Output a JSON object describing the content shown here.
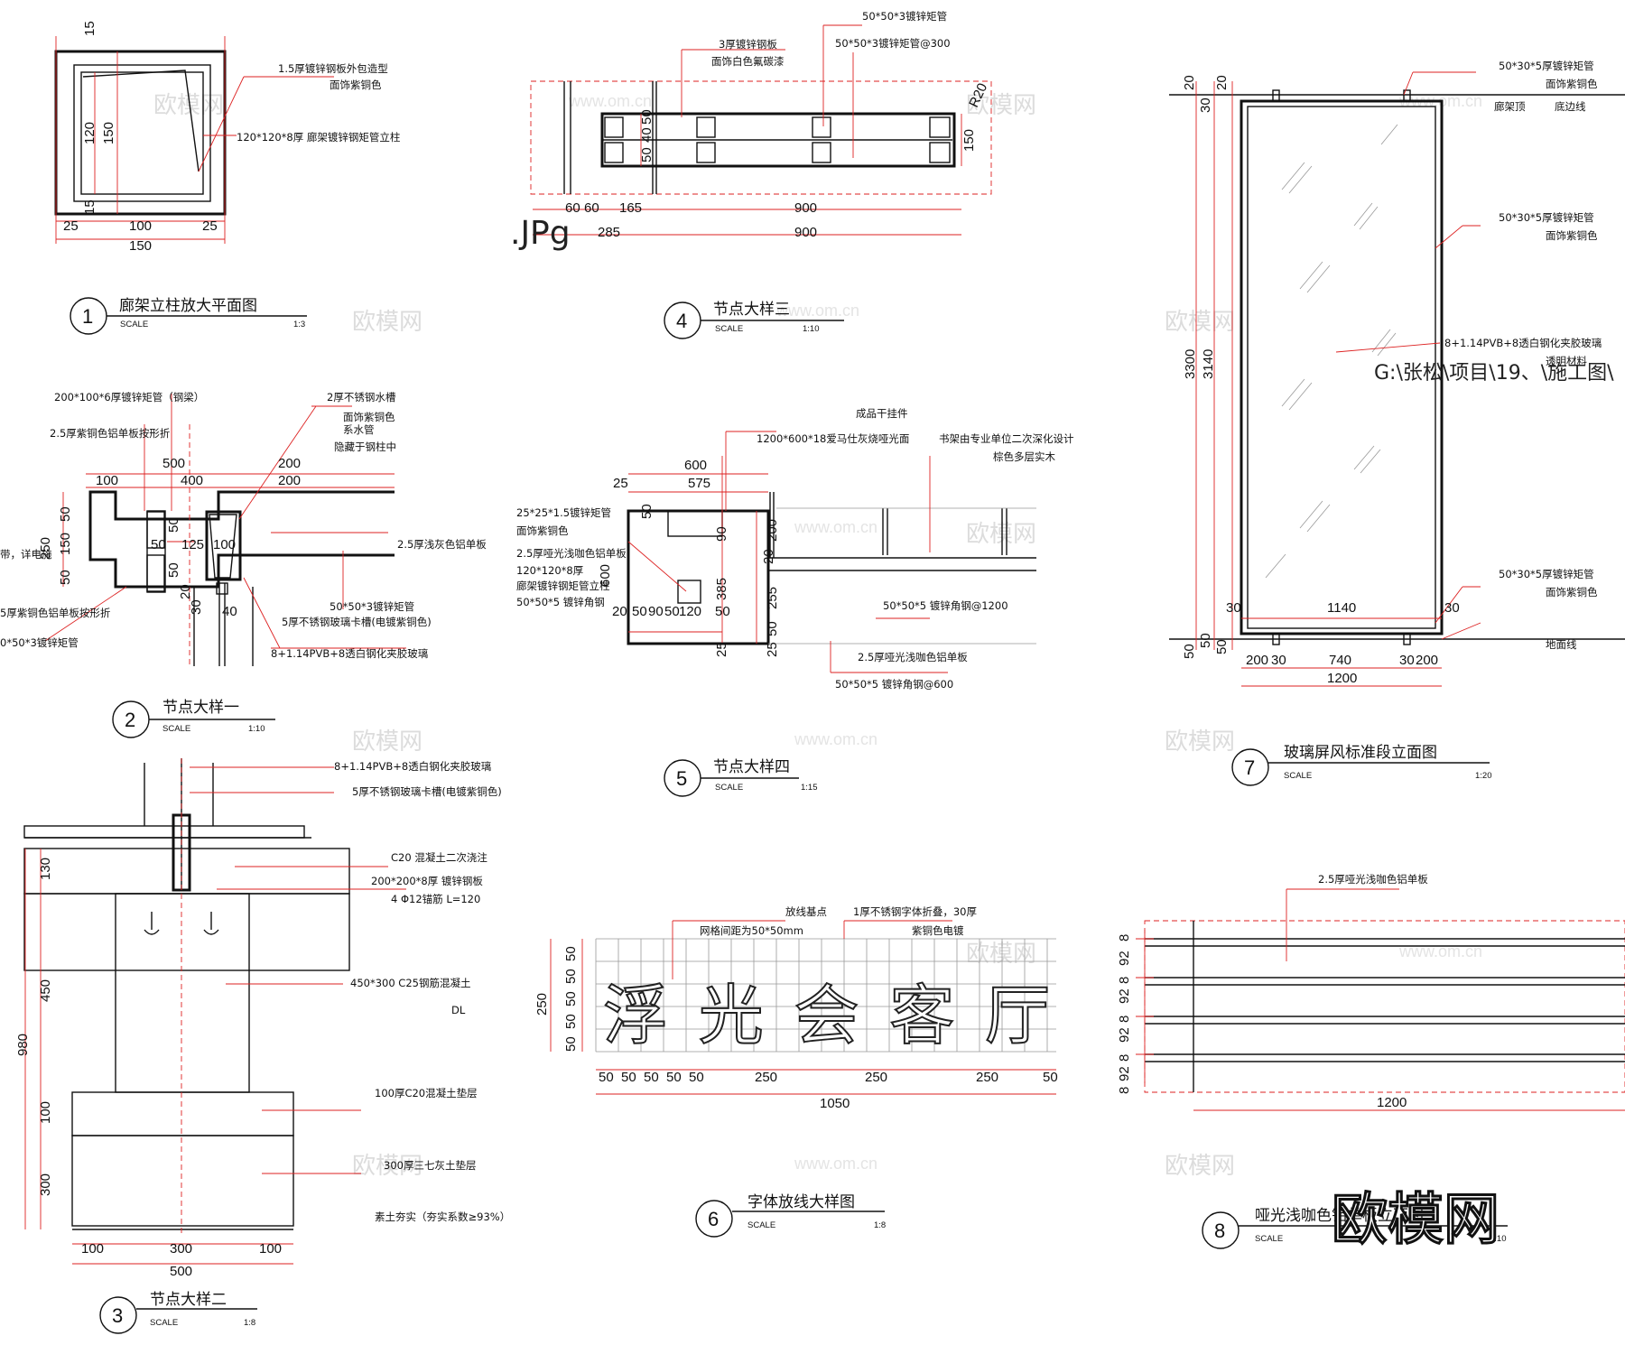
{
  "watermark": {
    "text": "欧模网",
    "url": "www.om.cn"
  },
  "details": [
    {
      "num": "1",
      "title": "廊架立柱放大平面图",
      "scale_label": "SCALE",
      "scale": "1:3",
      "notes": [
        "1.5厚镀锌钢板外包造型",
        "面饰紫铜色",
        "120*120*8厚 廊架镀锌钢矩管立柱"
      ],
      "dims": [
        "15",
        "120",
        "150",
        "15",
        "25",
        "100",
        "25",
        "150"
      ]
    },
    {
      "num": "2",
      "title": "节点大样一",
      "scale_label": "SCALE",
      "scale": "1:10",
      "notes": [
        "200*100*6厚镀锌矩管（钢梁）",
        "2.5厚紫铜色铝单板按形折",
        "2厚不锈钢水槽",
        "面饰紫铜色",
        "系水管",
        "隐藏于钢柱中",
        "2.5厚浅灰色铝单板",
        "50*50*3镀锌矩管",
        "5厚不锈钢玻璃卡槽(电镀紫铜色)",
        "8+1.14PVB+8透白钢化夹胶玻璃",
        "带，详电施",
        "5厚紫铜色铝单板按形折",
        "0*50*3镀锌矩管"
      ],
      "dims": [
        "500",
        "100",
        "400",
        "200",
        "200",
        "50",
        "250",
        "150",
        "50",
        "50",
        "125",
        "100",
        "50",
        "50",
        "20",
        "30",
        "40"
      ]
    },
    {
      "num": "3",
      "title": "节点大样二",
      "scale_label": "SCALE",
      "scale": "1:8",
      "notes": [
        "8+1.14PVB+8透白钢化夹胶玻璃",
        "5厚不锈钢玻璃卡槽(电镀紫铜色)",
        "C20 混凝土二次浇注",
        "200*200*8厚 镀锌钢板",
        "4 Φ12锚筋 L=120",
        "450*300 C25钢筋混凝土",
        "DL",
        "100厚C20混凝土垫层",
        "300厚三七灰土垫层",
        "素土夯实（夯实系数≥93%）"
      ],
      "dims": [
        "130",
        "450",
        "980",
        "100",
        "300",
        "100",
        "300",
        "100",
        "500"
      ]
    },
    {
      "num": "4",
      "title": "节点大样三",
      "scale_label": "SCALE",
      "scale": "1:10",
      "notes": [
        "50*50*3镀锌矩管",
        "3厚镀锌钢板",
        "面饰白色氟碳漆",
        "50*50*3镀锌矩管@300",
        "R20"
      ],
      "dims": [
        "50",
        "40",
        "50",
        "150",
        "60",
        "60",
        "165",
        "900",
        "285",
        "900"
      ]
    },
    {
      "num": "5",
      "title": "节点大样四",
      "scale_label": "SCALE",
      "scale": "1:15",
      "notes": [
        "成品干挂件",
        "1200*600*18爱马仕灰烧哑光面",
        "书架由专业单位二次深化设计",
        "棕色多层实木",
        "25*25*1.5镀锌矩管",
        "面饰紫铜色",
        "2.5厚哑光浅咖色铝单板",
        "120*120*8厚",
        "廊架镀锌钢矩管立柱",
        "50*50*5 镀锌角钢",
        "50*50*5 镀锌角钢@1200",
        "2.5厚哑光浅咖色铝单板",
        "50*50*5 镀锌角钢@600"
      ],
      "dims": [
        "600",
        "25",
        "575",
        "50",
        "90",
        "200",
        "20",
        "385",
        "255",
        "50",
        "25",
        "600",
        "20",
        "50",
        "90",
        "50",
        "120",
        "50",
        "25"
      ]
    },
    {
      "num": "6",
      "title": "字体放线大样图",
      "scale_label": "SCALE",
      "scale": "1:8",
      "sign_text": "浮光会客厅",
      "notes": [
        "放线基点",
        "网格间距为50*50mm",
        "1厚不锈钢字体折叠，30厚",
        "紫铜色电镀"
      ],
      "dims": [
        "50",
        "50",
        "50",
        "50",
        "50",
        "250",
        "50",
        "50",
        "50",
        "50",
        "50",
        "250",
        "250",
        "250",
        "50",
        "1050"
      ]
    },
    {
      "num": "7",
      "title": "玻璃屏风标准段立面图",
      "scale_label": "SCALE",
      "scale": "1:20",
      "notes": [
        "50*30*5厚镀锌矩管",
        "面饰紫铜色",
        "廊架顶",
        "底边线",
        "50*30*5厚镀锌矩管",
        "面饰紫铜色",
        "8+1.14PVB+8透白钢化夹胶玻璃",
        "透明材料",
        "50*30*5厚镀锌矩管",
        "面饰紫铜色",
        "地面线"
      ],
      "dims": [
        "20",
        "20",
        "30",
        "3300",
        "3140",
        "30",
        "1140",
        "30",
        "50",
        "50",
        "50",
        "200",
        "30",
        "740",
        "30",
        "200",
        "1200"
      ]
    },
    {
      "num": "8",
      "title": "哑光浅咖色铝单板立面图",
      "scale_label": "SCALE",
      "scale": "1:10",
      "notes": [
        "2.5厚哑光浅咖色铝单板"
      ],
      "dims": [
        "8",
        "92",
        "8",
        "92",
        "8",
        "92",
        "8",
        "92",
        "8",
        "1200"
      ]
    }
  ],
  "overlay_text": {
    "jpg": ".JPg",
    "path": "G:\\张松\\项目\\19、\\施工图\\",
    "logo": "欧模网"
  }
}
